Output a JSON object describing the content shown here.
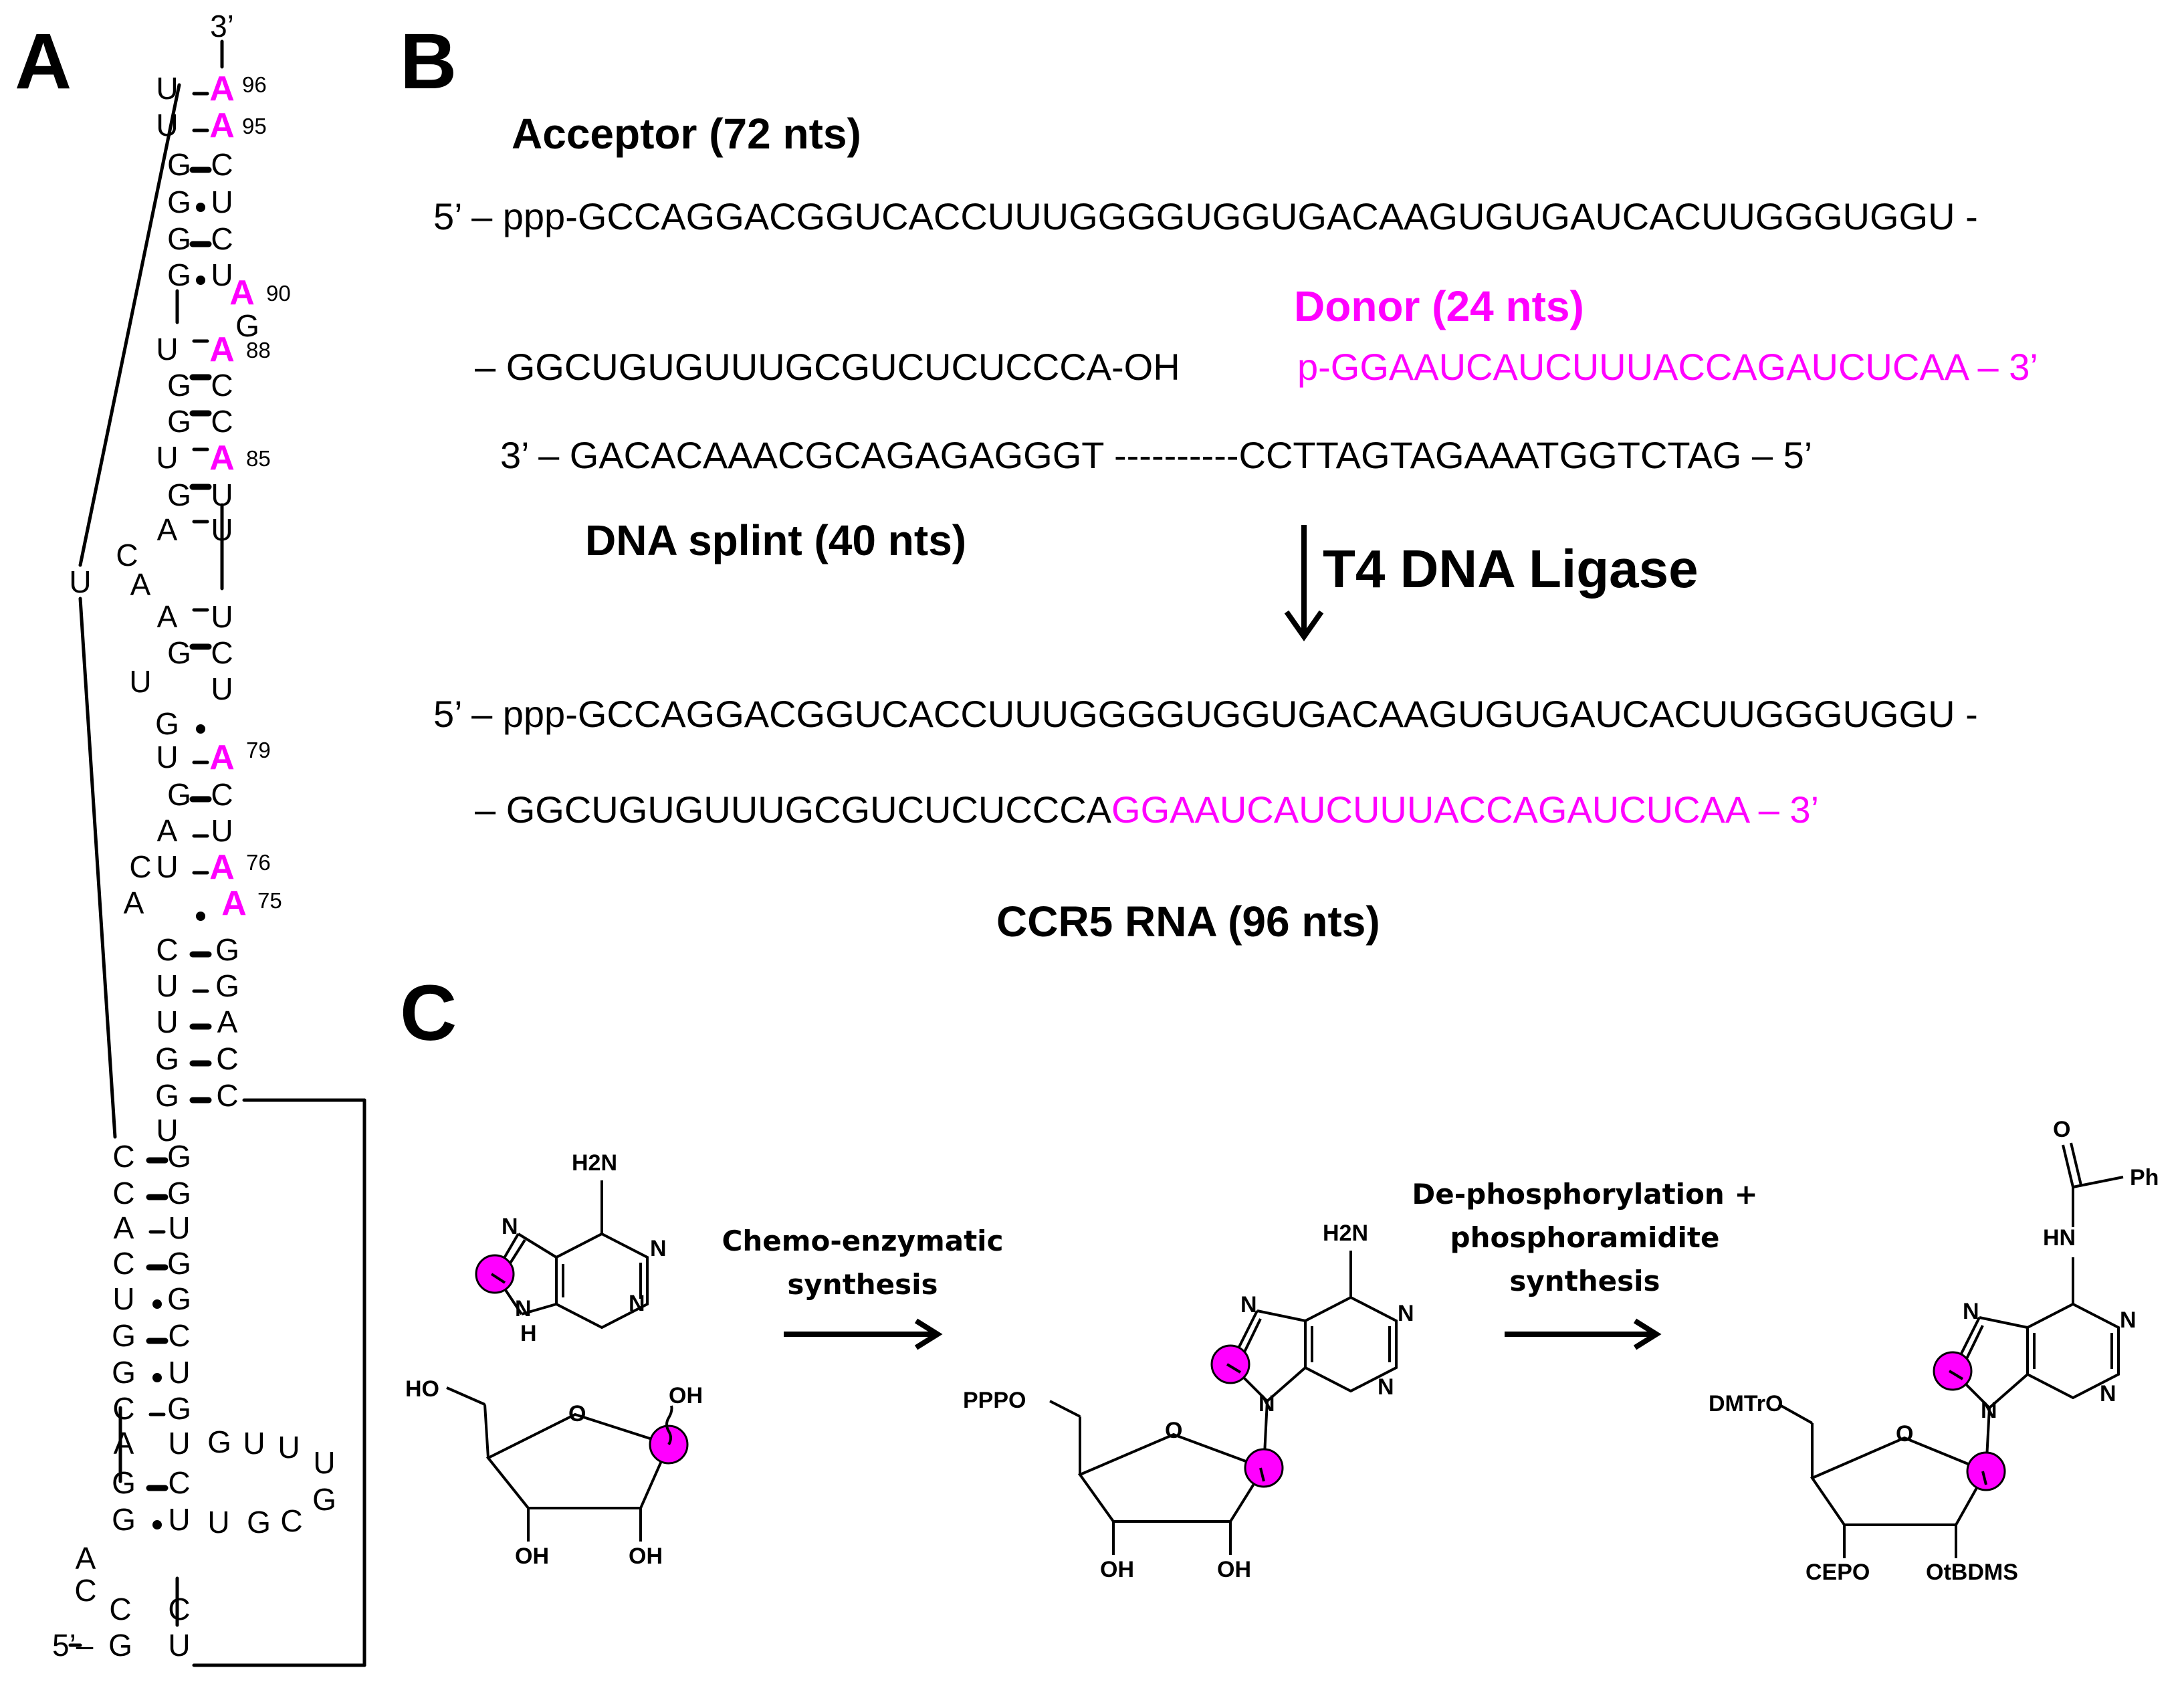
{
  "panel_labels": {
    "a": "A",
    "b": "B",
    "c": "C"
  },
  "colors": {
    "highlight": "#ff00ff",
    "ink": "#000000"
  },
  "panel_a": {
    "three_prime": "3’",
    "five_prime": "5’–",
    "nucleotides": {
      "u_left96": "U",
      "a96": "A",
      "n96": "96",
      "u_left95": "U",
      "a95": "A",
      "n95": "95",
      "g94": "G",
      "c94": "C",
      "g93": "G",
      "u93": "U",
      "g92": "G",
      "c92": "C",
      "g91": "G",
      "u91": "U",
      "a90": "A",
      "n90": "90",
      "g89": "G",
      "u_l88": "U",
      "a88": "A",
      "n88": "88",
      "g87": "G",
      "c87": "C",
      "g86": "G",
      "c86": "C",
      "u_l85": "U",
      "a85": "A",
      "n85": "85",
      "g84": "G",
      "u84": "U",
      "a83": "A",
      "u83": "U",
      "c_bulge": "C",
      "a_bulge": "A",
      "u_loop_left": "U",
      "a82": "A",
      "u82": "U",
      "g81": "G",
      "c81": "C",
      "u_bulge2": "U",
      "g80": "G",
      "u80": "U",
      "u_l79": "U",
      "a79": "A",
      "n79": "79",
      "g78": "G",
      "c78": "C",
      "a77": "A",
      "u77": "U",
      "u_l76": "U",
      "a76": "A",
      "n76": "76",
      "c_b3": "C",
      "a_b3": "A",
      "a75": "A",
      "n75": "75",
      "c74": "C",
      "g74": "G",
      "u73": "U",
      "g73": "G",
      "u72": "U",
      "a72": "A",
      "g71": "G",
      "c71": "C",
      "g70": "G",
      "c70": "C",
      "g69": "G",
      "c69": "C",
      "u68": "U",
      "c67": "C",
      "g67": "G",
      "c66": "C",
      "g66": "G",
      "a65": "A",
      "u65": "U",
      "c64": "C",
      "g64": "G",
      "u63": "U",
      "g63": "G",
      "g62": "G",
      "c62": "C",
      "g61": "G",
      "u61": "U",
      "c60": "C",
      "g60": "G",
      "a59": "A",
      "u59": "U",
      "loop_g1": "G",
      "loop_u1": "U",
      "loop_u2": "U",
      "loop_u3": "U",
      "loop_g2": "G",
      "loop_c1": "C",
      "loop_g3": "G",
      "loop_u4": "U",
      "g58": "G",
      "c58": "C",
      "g57": "G",
      "u57": "U",
      "a56": "A",
      "c55": "C",
      "c54": "C",
      "g1": "G",
      "u_right_c": "C",
      "u_bottom": "U"
    }
  },
  "panel_b": {
    "acceptor_title": "Acceptor (72 nts)",
    "acceptor_line1": "5’ – ppp-GCCAGGACGGUCACCUUUGGGGUGGUGACAAGUGUGAUCACUUGGGUGGU -",
    "donor_title": "Donor (24 nts)",
    "acceptor_line2": "– GGCUGUGUUUGCGUCUCUCCCA-OH",
    "donor_seq": "p-GGAAUCAUCUUUACCAGAUCUCAA – 3’",
    "splint_seq": "3’ – GACACAAACGCAGAGAGGGT ----------CCTTAGTAGAAATGGTCTAG – 5’",
    "splint_title": "DNA splint (40 nts)",
    "enzyme": "T4 DNA Ligase",
    "product_line1": "5’ – ppp-GCCAGGACGGUCACCUUUGGGGUGGUGACAAGUGUGAUCACUUGGGUGGU -",
    "product_line2_black": "– GGCUGUGUUUGCGUCUCUCCCA",
    "product_line2_magenta": "GGAAUCAUCUUUACCAGAUCUCAA – 3’",
    "product_title": "CCR5 RNA (96 nts)"
  },
  "panel_c": {
    "step1_line1": "Chemo-enzymatic",
    "step1_line2": "synthesis",
    "step2_line1": "De-phosphorylation +",
    "step2_line2": "phosphoramidite",
    "step2_line3": "synthesis",
    "adenine": {
      "nh2": "H2N",
      "n1": "N",
      "n3": "N",
      "n7": "N",
      "n9": "N",
      "h": "H"
    },
    "ribose": {
      "ho5": "HO",
      "o": "O",
      "oh1": "OH",
      "oh3": "OH",
      "oh2": "OH"
    },
    "ntp": {
      "pppo": "PPPO",
      "nh2": "H2N",
      "o": "O",
      "oh3": "OH",
      "oh2": "OH",
      "n1": "N",
      "n3": "N",
      "n7": "N",
      "n9": "N"
    },
    "amidite": {
      "dmtro": "DMTrO",
      "o_carbonyl": "O",
      "ph": "Ph",
      "nh": "HN",
      "o": "O",
      "cepo": "CEPO",
      "otbdms": "OtBDMS",
      "n1": "N",
      "n3": "N",
      "n7": "N",
      "n9": "N"
    }
  }
}
